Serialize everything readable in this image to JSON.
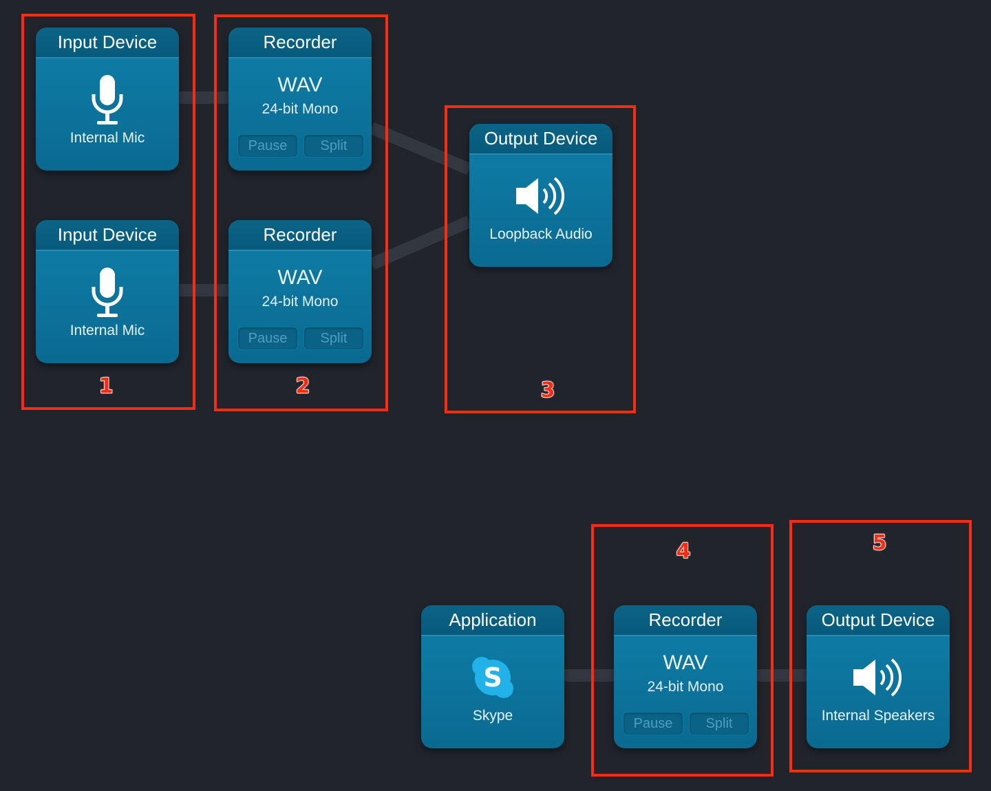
{
  "colors": {
    "background": "#21242b",
    "block": "#0a6a91",
    "block_header": "#075a7b",
    "highlight": "#ff2a10"
  },
  "blocks": {
    "input1": {
      "title": "Input Device",
      "label": "Internal Mic",
      "icon": "microphone-icon"
    },
    "input2": {
      "title": "Input Device",
      "label": "Internal Mic",
      "icon": "microphone-icon"
    },
    "recorder1": {
      "title": "Recorder",
      "format": "WAV",
      "detail": "24-bit Mono",
      "pause": "Pause",
      "split": "Split"
    },
    "recorder2": {
      "title": "Recorder",
      "format": "WAV",
      "detail": "24-bit Mono",
      "pause": "Pause",
      "split": "Split"
    },
    "output1": {
      "title": "Output Device",
      "label": "Loopback Audio",
      "icon": "speaker-icon"
    },
    "application": {
      "title": "Application",
      "label": "Skype",
      "icon": "skype-icon"
    },
    "recorder3": {
      "title": "Recorder",
      "format": "WAV",
      "detail": "24-bit Mono",
      "pause": "Pause",
      "split": "Split"
    },
    "output2": {
      "title": "Output Device",
      "label": "Internal Speakers",
      "icon": "speaker-icon"
    }
  },
  "highlights": {
    "h1": "1",
    "h2": "2",
    "h3": "3",
    "h4": "4",
    "h5": "5"
  }
}
